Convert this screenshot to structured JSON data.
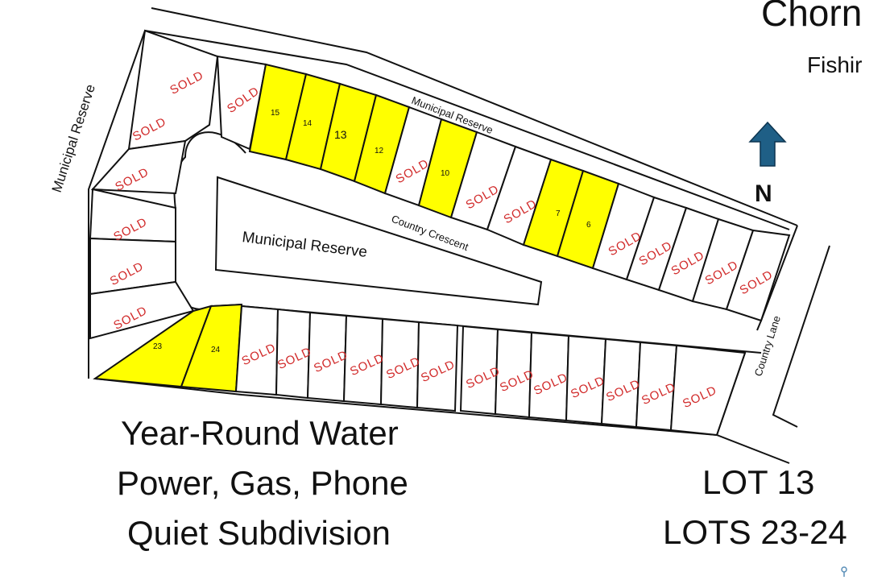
{
  "header": {
    "title": "Chorn",
    "subtitle": "Fishir"
  },
  "labels": {
    "reserve_top": "Municipal Reserve",
    "reserve_left": "Municipal Reserve",
    "reserve_center": "Municipal Reserve",
    "country_crescent": "Country Crescent",
    "country_lane": "Country Lane",
    "north": "N"
  },
  "sold_label": "SOLD",
  "lots_available": [
    {
      "number": "15"
    },
    {
      "number": "14"
    },
    {
      "number": "13"
    },
    {
      "number": "12"
    },
    {
      "number": "10"
    },
    {
      "number": "7"
    },
    {
      "number": "6"
    },
    {
      "number": "23"
    },
    {
      "number": "24"
    }
  ],
  "amenities": [
    "Year-Round Water",
    "Power, Gas, Phone",
    "Quiet Subdivision"
  ],
  "lots_for_sale": [
    "LOT 13",
    "LOTS 23-24"
  ],
  "colors": {
    "available": "#ffff00",
    "sold_text": "#d12a2a",
    "north_arrow": "#1f5f86",
    "lines": "#111111"
  }
}
